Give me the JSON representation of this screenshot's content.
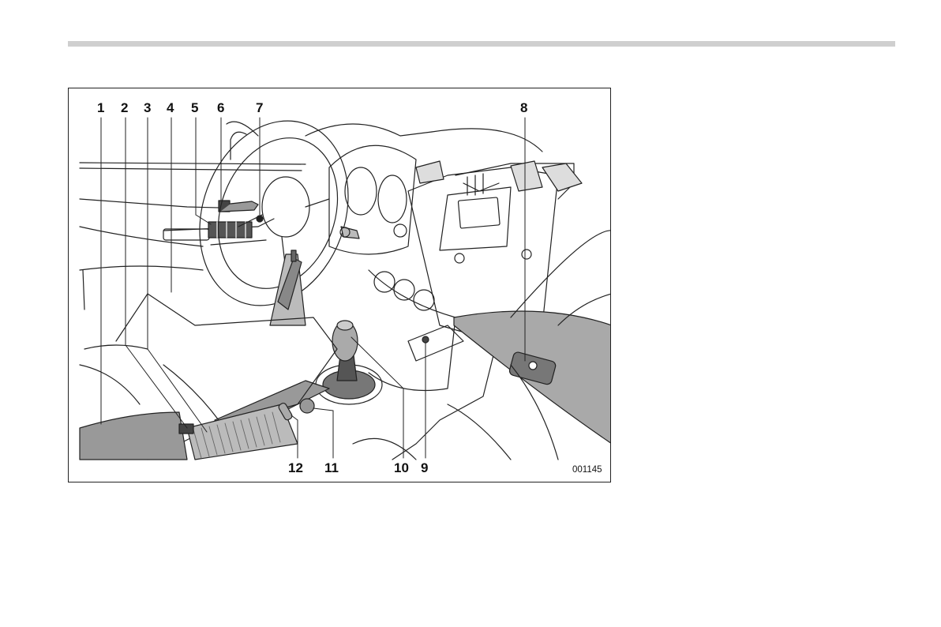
{
  "figure": {
    "callouts": {
      "c1": "1",
      "c2": "2",
      "c3": "3",
      "c4": "4",
      "c5": "5",
      "c6": "6",
      "c7": "7",
      "c8": "8",
      "c9": "9",
      "c10": "10",
      "c11": "11",
      "c12": "12"
    },
    "code": "001145"
  },
  "colors": {
    "rule": "#cfcfcf",
    "line": "#222222",
    "shade": "#8c8c8c",
    "light_shade": "#c8c8c8"
  }
}
